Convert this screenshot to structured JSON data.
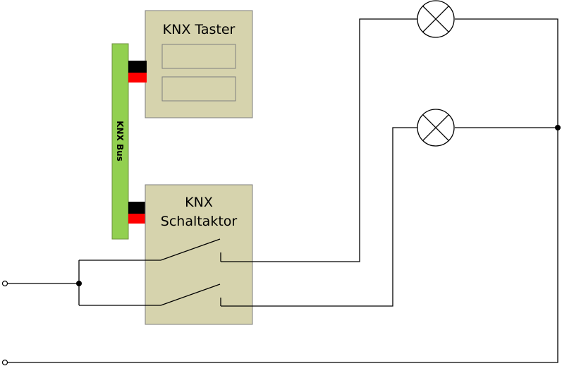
{
  "taster": {
    "title": "KNX Taster"
  },
  "bus": {
    "label": "KNX Bus"
  },
  "aktor": {
    "title_line1": "KNX",
    "title_line2": "Schaltaktor"
  },
  "colors": {
    "device_fill": "#d6d3ad",
    "bus_fill": "#92d050",
    "connector_black": "#000000",
    "connector_red": "#ff0000",
    "wire": "#000000",
    "lamp_fill": "#ffffff"
  },
  "icons": {
    "lamp": "lamp-cross-icon",
    "switch_contact": "switch-contact-icon",
    "terminal": "terminal-circle-icon",
    "junction": "junction-dot-icon"
  }
}
